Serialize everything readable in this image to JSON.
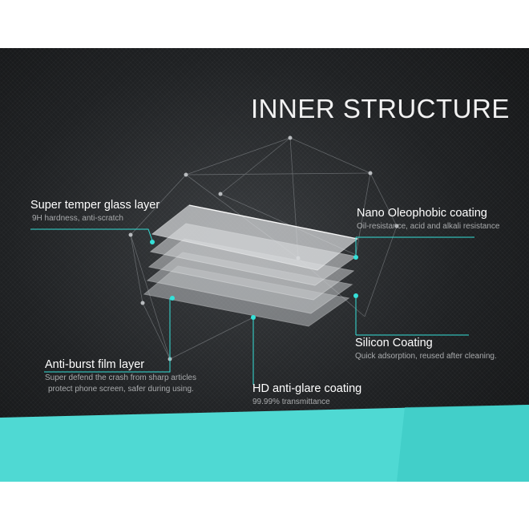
{
  "heading": "INNER STRUCTURE",
  "labels": {
    "super_temper": {
      "title": "Super temper glass layer",
      "sub": "9H hardness, anti-scratch"
    },
    "nano": {
      "title": "Nano Oleophobic coating",
      "sub": "Oil-resistance, acid and alkali resistance"
    },
    "silicon": {
      "title": "Silicon Coating",
      "sub": "Quick adsorption, reused after cleaning."
    },
    "anti_burst": {
      "title": "Anti-burst film layer",
      "sub_line1": "Super defend the crash from sharp articles",
      "sub_line2": "protect phone screen, safer during using."
    },
    "hd": {
      "title": "HD anti-glare coating",
      "sub": "99.99% transmittance"
    }
  },
  "colors": {
    "accent": "#35e0d8",
    "teal_band": "#4fd9d3",
    "panel_dark": "#1c1e20"
  }
}
